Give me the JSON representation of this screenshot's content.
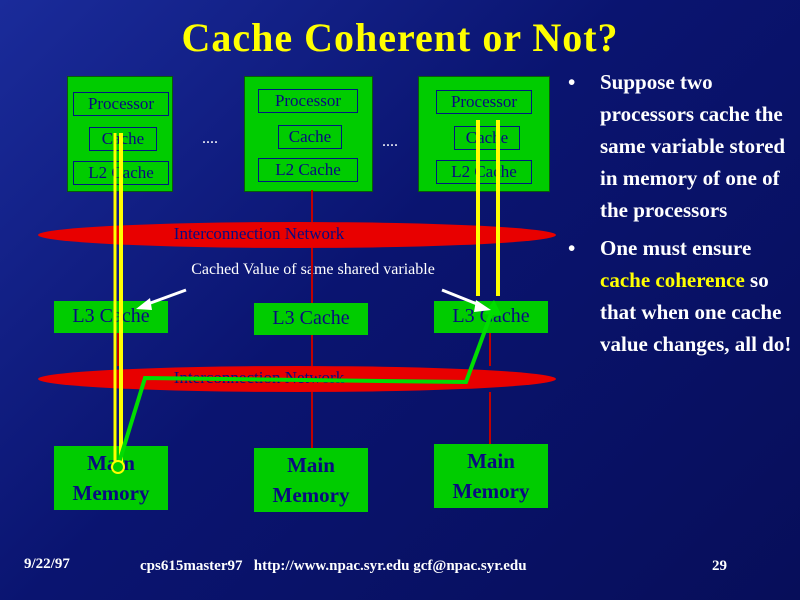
{
  "title": "Cache Coherent or Not?",
  "nodes": [
    {
      "processor": "Processor",
      "cache": "Cache",
      "l2": "L2 Cache"
    },
    {
      "processor": "Processor",
      "cache": "Cache",
      "l2": "L2 Cache"
    },
    {
      "processor": "Processor",
      "cache": "Cache",
      "l2": "L2 Cache"
    }
  ],
  "ellipsis": "....",
  "interconnect_top": "Interconnection Network",
  "interconnect_bottom": "Interconnection Network",
  "cached_value_label": "Cached Value of same shared variable",
  "l3": [
    "L3 Cache",
    "L3 Cache",
    "L3 Cache"
  ],
  "memory": [
    {
      "line1": "Main",
      "line2": "Memory"
    },
    {
      "line1": "Main",
      "line2": "Memory"
    },
    {
      "line1": "Main",
      "line2": "Memory"
    }
  ],
  "bullets": {
    "b1": "Suppose two processors cache the same variable stored in memory of one of the processors",
    "b2_pre": "One must ensure",
    "b2_hl": "cache coherence",
    "b2_post": "so that when one cache value changes, all do!",
    "marker": "•"
  },
  "footer": {
    "date": "9/22/97",
    "source": "cps615master97   http://www.npac.syr.edu gcf@npac.syr.edu",
    "page": "29"
  },
  "colors": {
    "background": "#0a1470",
    "title": "#ffff00",
    "box": "#00cc00",
    "network": "#e80000",
    "yellow_path": "#ffff00",
    "green_path": "#00cc00"
  }
}
